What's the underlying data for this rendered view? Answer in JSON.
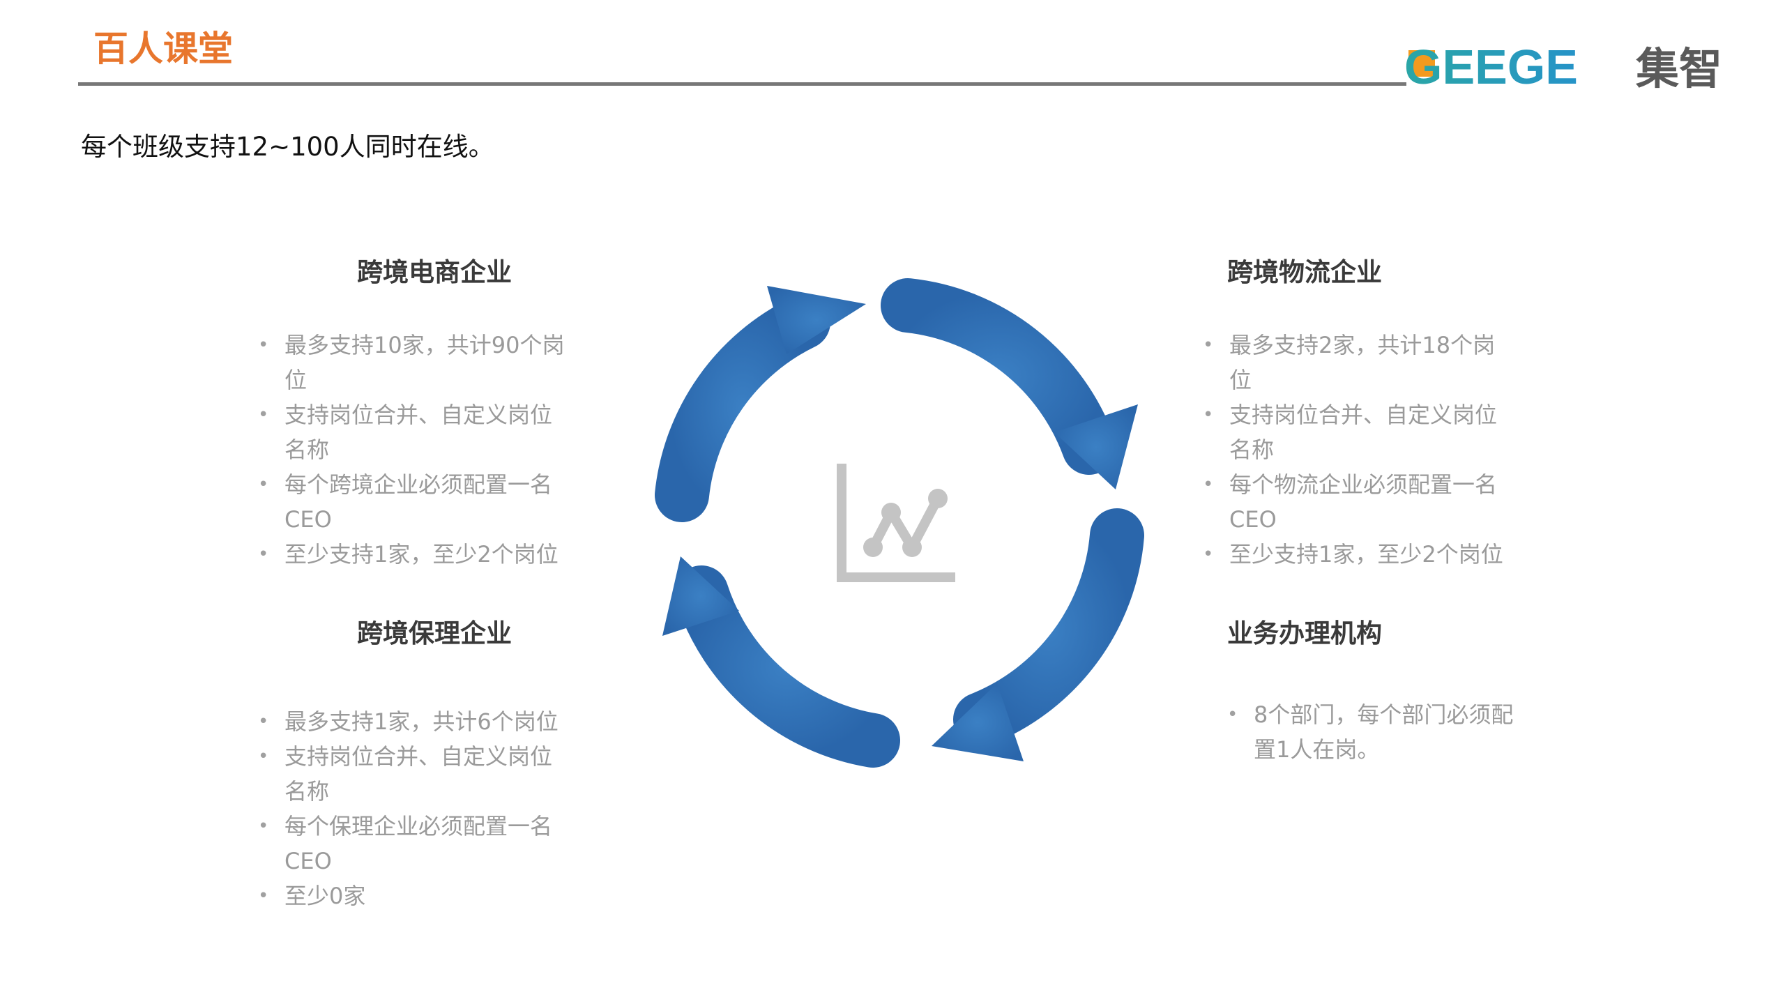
{
  "header": {
    "title": "百人课堂",
    "logo_text": "GEEGE",
    "logo_cn": "集智"
  },
  "subtitle": "每个班级支持12~100人同时在线。",
  "blocks": {
    "ecommerce": {
      "title": "跨境电商企业",
      "items": [
        "最多支持10家，共计90个岗位",
        "支持岗位合并、自定义岗位名称",
        "每个跨境企业必须配置一名CEO",
        "至少支持1家，至少2个岗位"
      ]
    },
    "logistics": {
      "title": "跨境物流企业",
      "items": [
        "最多支持2家，共计18个岗位",
        "支持岗位合并、自定义岗位名称",
        "每个物流企业必须配置一名CEO",
        "至少支持1家，至少2个岗位"
      ]
    },
    "factoring": {
      "title": "跨境保理企业",
      "items": [
        "最多支持1家，共计6个岗位",
        "支持岗位合并、自定义岗位名称",
        "每个保理企业必须配置一名CEO",
        "至少0家"
      ]
    },
    "agency": {
      "title": "业务办理机构",
      "items": [
        "8个部门，每个部门必须配置1人在岗。"
      ]
    }
  },
  "colors": {
    "accent": "#e8762d",
    "arrow_blue": "#2f6fb5",
    "logo_teal": "#2aa6a6",
    "logo_orange": "#f39a1e",
    "icon_gray": "#c4c4c4"
  },
  "icons": {
    "center": "line-chart-icon"
  }
}
